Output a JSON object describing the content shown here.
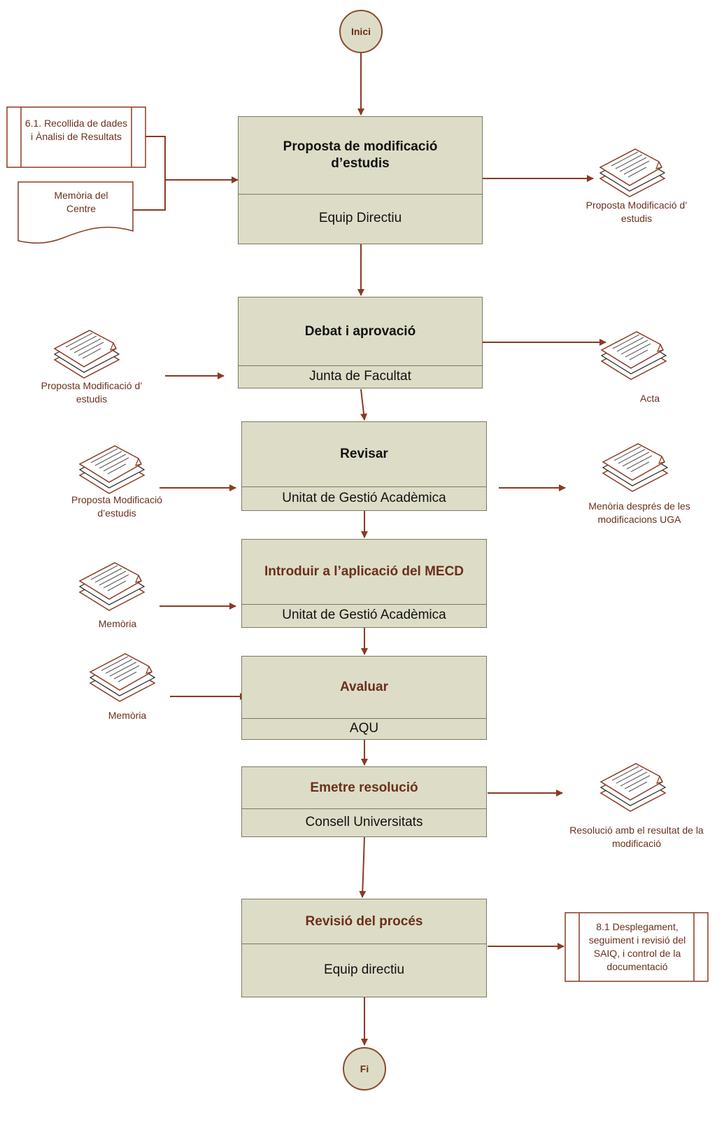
{
  "start": "Inici",
  "end": "Fi",
  "steps": [
    {
      "title": "Proposta de modificació d’estudis",
      "role": "Equip Directiu"
    },
    {
      "title": "Debat i aprovació",
      "role": "Junta de Facultat"
    },
    {
      "title": "Revisar",
      "role": "Unitat de Gestió Acadèmica"
    },
    {
      "title": "Introduir a l’aplicació del MECD",
      "role": "Unitat de Gestió Acadèmica"
    },
    {
      "title": "Avaluar",
      "role": "AQU"
    },
    {
      "title": "Emetre resolució",
      "role": "Consell Universitats"
    },
    {
      "title": "Revisió del procés",
      "role": "Equip directiu"
    }
  ],
  "inputs": {
    "process_61": "6.1. Recollida de dades i Ànalisi de Resultats",
    "memoria_centre": "Memòria del Centre",
    "step2": "Proposta Modificació d’ estudis",
    "step3": "Proposta Modificació d’estudis",
    "step4": "Memòria",
    "step5": "Memòria"
  },
  "outputs": {
    "step1": "Proposta Modificació d’ estudis",
    "step2": "Acta",
    "step3": "Menòria després de les modificacions UGA",
    "step6": "Resolució amb el resultat de la modificació",
    "process_81": "8.1 Desplegament, seguiment i revisió del SAIQ, i control de la documentació"
  },
  "colors": {
    "box_fill": "#ddddc7",
    "arrow": "#8a3a22",
    "title_dark": "#111111",
    "title_brown": "#6b2f1c"
  }
}
